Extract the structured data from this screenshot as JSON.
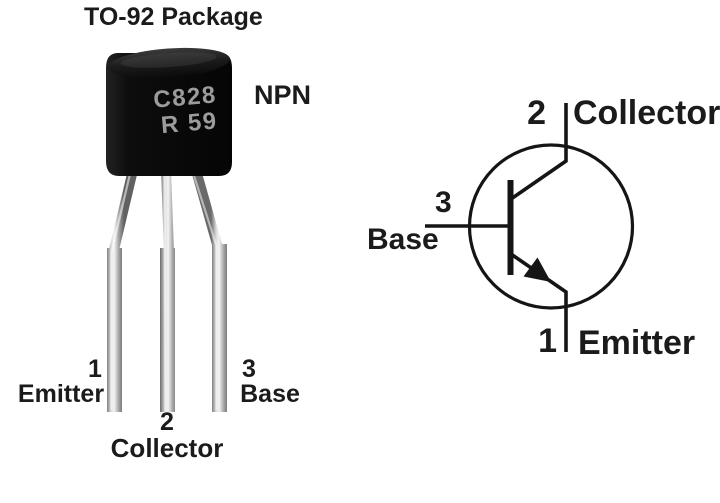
{
  "title": "TO-92 Package",
  "package": {
    "type_label": "NPN",
    "marking_line1": "C828",
    "marking_line2": "R 59"
  },
  "photo_pins": {
    "pin1": {
      "number": "1",
      "name": "Emitter"
    },
    "pin2": {
      "number": "2",
      "name": "Collector"
    },
    "pin3": {
      "number": "3",
      "name": "Base"
    }
  },
  "schematic_pins": {
    "collector": {
      "number": "2",
      "name": "Collector"
    },
    "base": {
      "number": "3",
      "name": "Base"
    },
    "emitter": {
      "number": "1",
      "name": "Emitter"
    }
  },
  "colors": {
    "background": "#ffffff",
    "label_text": "#1b1b1b",
    "symbol_line": "#151515",
    "package_body": "#0a0a0a",
    "package_top": "#2e2e2e",
    "marking_text": "#9c9c9c",
    "lead_metal_light": "#f0f0f0",
    "lead_metal_dark": "#6a6a6a"
  }
}
